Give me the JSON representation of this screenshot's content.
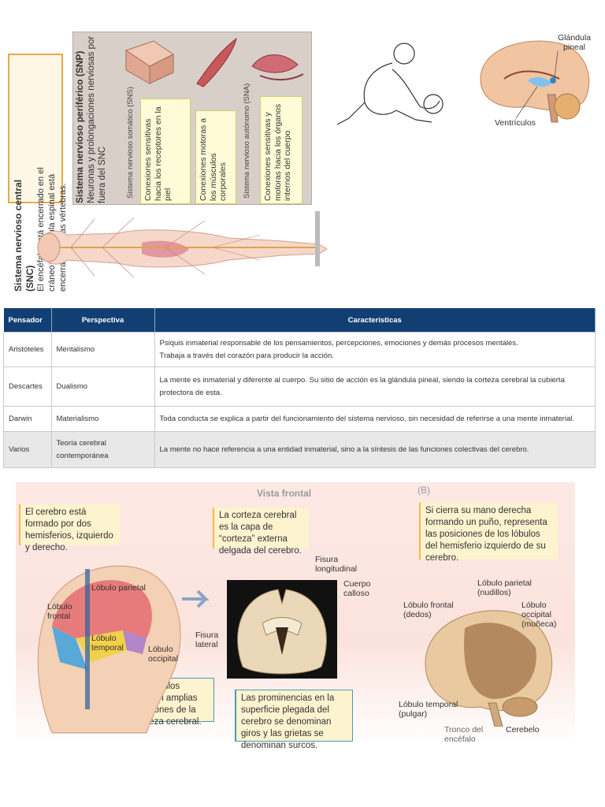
{
  "top": {
    "snc": {
      "title": "Sistema nervioso central (SNC)",
      "text": "El encéfalo está encerrado en el cráneo; la médula espinal está encerrada por las vértebras."
    },
    "snp": {
      "title": "Sistema nervioso periférico (SNP)",
      "text": "Neuronas y prolongaciones nerviosas por fuera del SNC",
      "sns_label": "Sistema nervioso somático (SNS)",
      "sna_label": "Sistema nervioso autónomo (SNA)",
      "box1": "Conexiones sensitivas hacia los receptores en la piel",
      "box2": "Conexiones motoras a los músculos corporales",
      "box3": "Conexiones sensitivas y motoras hacia los órganos internos del cuerpo"
    },
    "brain_labels": {
      "pineal": "Glándula pineal",
      "ventricles": "Ventrículos"
    }
  },
  "table": {
    "headers": [
      "Pensador",
      "Perspectiva",
      "Características"
    ],
    "rows": [
      {
        "pensador": "Aristóteles",
        "perspectiva": "Mentalismo",
        "caracteristicas_1": "Psiquis inmaterial responsable de los pensamientos, percepciones, emociones y demás procesos mentales.",
        "caracteristicas_2": "Trabaja a través del corazón para producir la acción."
      },
      {
        "pensador": "Descartes",
        "perspectiva": "Dualismo",
        "caracteristicas_1": "La mente es inmaterial y diferente al cuerpo. Su sitio de acción es la glándula pineal, siendo la corteza cerebral la cubierta protectora de esta.",
        "caracteristicas_2": ""
      },
      {
        "pensador": "Darwin",
        "perspectiva": "Materialismo",
        "caracteristicas_1": "Toda conducta se explica a partir del funcionamiento del sistema nervioso, sin necesidad de referirse a una mente inmaterial.",
        "caracteristicas_2": ""
      },
      {
        "pensador": "Varios",
        "perspectiva": "Teoría cerebral contemporánea",
        "caracteristicas_1": "La mente no hace referencia a una entidad inmaterial, sino a la síntesis de las funciones colectivas del cerebro.",
        "caracteristicas_2": ""
      }
    ]
  },
  "bottom": {
    "vista": "Vista frontal",
    "marker_b": "(B)",
    "note_hemis": "El cerebro está formado por dos hemisferios, izquierdo y derecho.",
    "note_corteza": "La corteza cerebral es la capa de “corteza” externa delgada del cerebro.",
    "note_lobulos": "Los lóbulos definen amplias divisiones de la corteza cerebral.",
    "note_prominencias": "Las prominencias en la superficie plegada del cerebro se denominan giros y las grietas se denominan surcos.",
    "note_mano": "Si cierra su mano derecha formando un puño, representa las posiciones de los lóbulos del hemisferio izquierdo de su cerebro.",
    "labels": {
      "parietal": "Lóbulo parietal",
      "frontal": "Lóbulo frontal",
      "temporal": "Lóbulo temporal",
      "occipital": "Lóbulo occipital",
      "fisura_long": "Fisura longitudinal",
      "cuerpo": "Cuerpo calloso",
      "fisura_lat": "Fisura lateral",
      "b_frontal": "Lóbulo frontal (dedos)",
      "b_parietal": "Lóbulo parietal (nudillos)",
      "b_occipital": "Lóbulo occipital (muñeca)",
      "b_temporal": "Lóbulo temporal (pulgar)",
      "tronco": "Tronco del encéfalo",
      "cerebelo": "Cerebelo"
    }
  }
}
